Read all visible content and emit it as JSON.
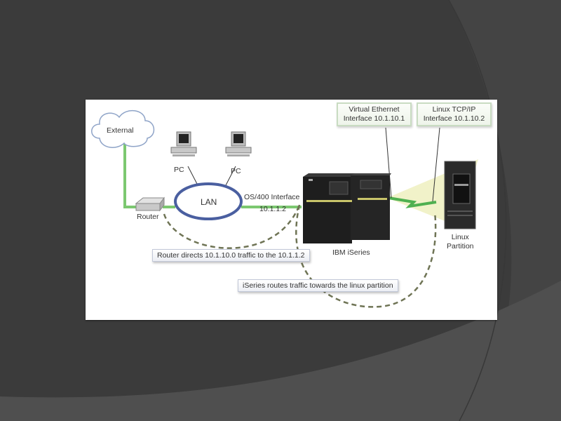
{
  "slide": {
    "background_color": "#3b3b3b",
    "arc_color": "#474747",
    "lower_band_color": "#4f4f4f"
  },
  "diagram": {
    "nodes": {
      "external": "External",
      "pc_left": "PC",
      "pc_right": "PC",
      "lan": "LAN",
      "router": "Router",
      "iseries": "IBM iSeries",
      "linux_line1": "Linux",
      "linux_line2": "Partition"
    },
    "interfaces": {
      "os400_label": "OS/400 Interface",
      "os400_ip": "10.1.1.2"
    },
    "callouts": {
      "virtual_ethernet_line1": "Virtual Ethernet",
      "virtual_ethernet_line2": "Interface 10.1.10.1",
      "linux_tcpip_line1": "Linux TCP/IP",
      "linux_tcpip_line2": "Interface 10.1.10.2"
    },
    "notes": {
      "router_note": "Router directs 10.1.10.0 traffic to the 10.1.1.2",
      "iseries_note": "iSeries routes traffic towards the linux partition"
    },
    "colors": {
      "link_green": "#7cc870",
      "lan_ring": "#4a5fa0",
      "dash": "#6f7455",
      "beam": "#e8eab0"
    }
  }
}
